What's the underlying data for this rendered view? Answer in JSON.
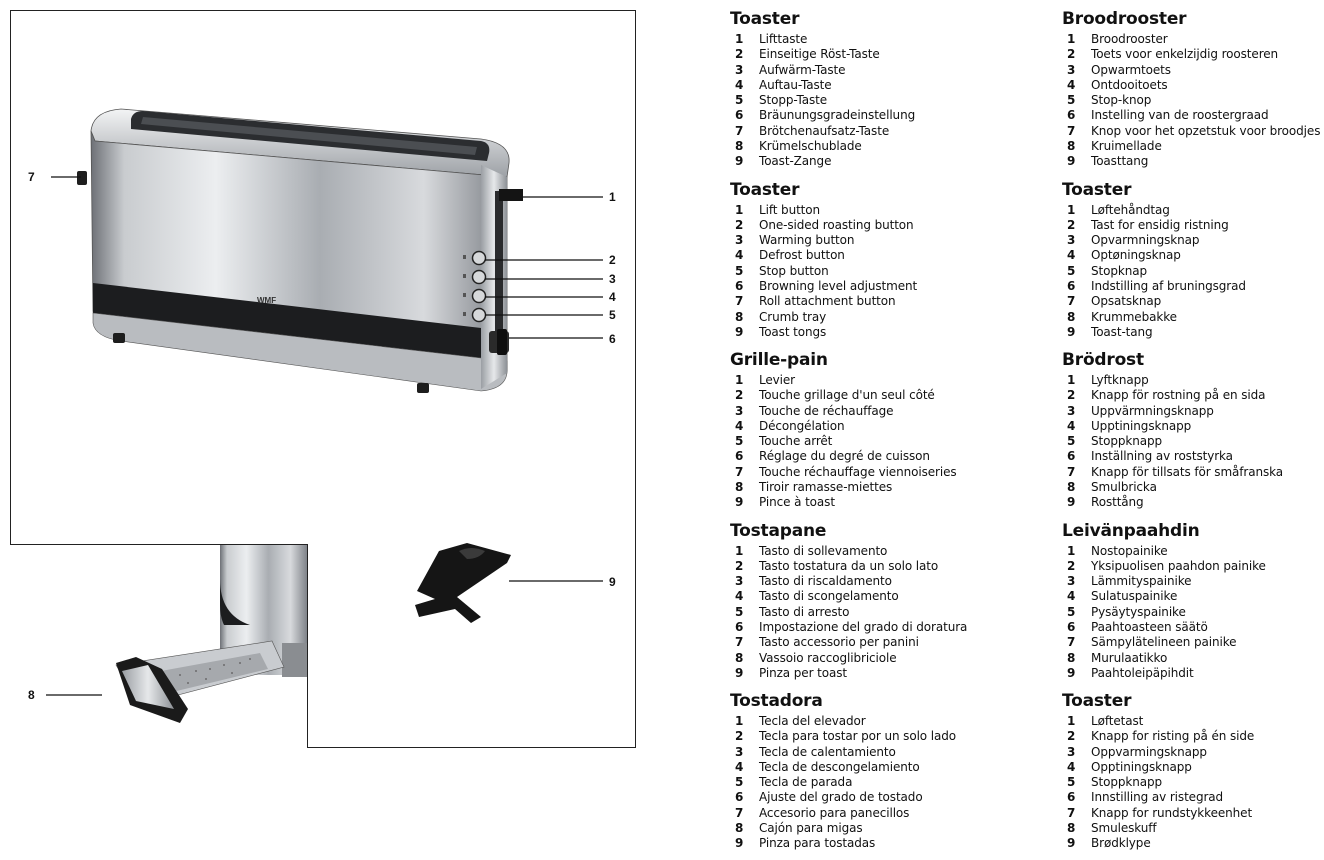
{
  "callouts": [
    "1",
    "2",
    "3",
    "4",
    "5",
    "6",
    "7",
    "8",
    "9"
  ],
  "logo_text": "WMF",
  "legend": {
    "left": [
      {
        "title": "Toaster",
        "items": [
          {
            "num": "1",
            "label": "Lifttaste"
          },
          {
            "num": "2",
            "label": "Einseitige Röst-Taste"
          },
          {
            "num": "3",
            "label": "Aufwärm-Taste"
          },
          {
            "num": "4",
            "label": "Auftau-Taste"
          },
          {
            "num": "5",
            "label": "Stopp-Taste"
          },
          {
            "num": "6",
            "label": "Bräunungsgradeinstellung"
          },
          {
            "num": "7",
            "label": "Brötchenaufsatz-Taste"
          },
          {
            "num": "8",
            "label": "Krümelschublade"
          },
          {
            "num": "9",
            "label": "Toast-Zange"
          }
        ]
      },
      {
        "title": "Toaster",
        "items": [
          {
            "num": "1",
            "label": "Lift button"
          },
          {
            "num": "2",
            "label": "One-sided roasting button"
          },
          {
            "num": "3",
            "label": "Warming button"
          },
          {
            "num": "4",
            "label": "Defrost button"
          },
          {
            "num": "5",
            "label": "Stop button"
          },
          {
            "num": "6",
            "label": "Browning level adjustment"
          },
          {
            "num": "7",
            "label": "Roll attachment button"
          },
          {
            "num": "8",
            "label": "Crumb tray"
          },
          {
            "num": "9",
            "label": "Toast tongs"
          }
        ]
      },
      {
        "title": "Grille-pain",
        "items": [
          {
            "num": "1",
            "label": "Levier"
          },
          {
            "num": "2",
            "label": "Touche grillage d'un seul côté"
          },
          {
            "num": "3",
            "label": "Touche de réchauffage"
          },
          {
            "num": "4",
            "label": "Décongélation"
          },
          {
            "num": "5",
            "label": "Touche arrêt"
          },
          {
            "num": "6",
            "label": "Réglage du degré de cuisson"
          },
          {
            "num": "7",
            "label": "Touche réchauffage viennoiseries"
          },
          {
            "num": "8",
            "label": "Tiroir ramasse-miettes"
          },
          {
            "num": "9",
            "label": "Pince à toast"
          }
        ]
      },
      {
        "title": "Tostapane",
        "items": [
          {
            "num": "1",
            "label": "Tasto di sollevamento"
          },
          {
            "num": "2",
            "label": "Tasto tostatura da un solo lato"
          },
          {
            "num": "3",
            "label": "Tasto di riscaldamento"
          },
          {
            "num": "4",
            "label": "Tasto di scongelamento"
          },
          {
            "num": "5",
            "label": "Tasto di arresto"
          },
          {
            "num": "6",
            "label": "Impostazione del grado di doratura"
          },
          {
            "num": "7",
            "label": "Tasto accessorio per panini"
          },
          {
            "num": "8",
            "label": "Vassoio raccoglibriciole"
          },
          {
            "num": "9",
            "label": "Pinza per toast"
          }
        ]
      },
      {
        "title": "Tostadora",
        "items": [
          {
            "num": "1",
            "label": "Tecla del elevador"
          },
          {
            "num": "2",
            "label": "Tecla para tostar por un solo lado"
          },
          {
            "num": "3",
            "label": "Tecla de calentamiento"
          },
          {
            "num": "4",
            "label": "Tecla de descongelamiento"
          },
          {
            "num": "5",
            "label": "Tecla de parada"
          },
          {
            "num": "6",
            "label": "Ajuste del grado de tostado"
          },
          {
            "num": "7",
            "label": "Accesorio para panecillos"
          },
          {
            "num": "8",
            "label": "Cajón para migas"
          },
          {
            "num": "9",
            "label": "Pinza para tostadas"
          }
        ]
      }
    ],
    "right": [
      {
        "title": "Broodrooster",
        "items": [
          {
            "num": "1",
            "label": "Broodrooster"
          },
          {
            "num": "2",
            "label": "Toets voor enkelzijdig roosteren"
          },
          {
            "num": "3",
            "label": "Opwarmtoets"
          },
          {
            "num": "4",
            "label": "Ontdooitoets"
          },
          {
            "num": "5",
            "label": "Stop-knop"
          },
          {
            "num": "6",
            "label": "Instelling van de roostergraad"
          },
          {
            "num": "7",
            "label": "Knop voor het opzetstuk voor broodjes"
          },
          {
            "num": "8",
            "label": "Kruimellade"
          },
          {
            "num": "9",
            "label": "Toasttang"
          }
        ]
      },
      {
        "title": "Toaster",
        "items": [
          {
            "num": "1",
            "label": "Løftehåndtag"
          },
          {
            "num": "2",
            "label": "Tast for ensidig ristning"
          },
          {
            "num": "3",
            "label": "Opvarmningsknap"
          },
          {
            "num": "4",
            "label": "Optøningsknap"
          },
          {
            "num": "5",
            "label": "Stopknap"
          },
          {
            "num": "6",
            "label": "Indstilling af bruningsgrad"
          },
          {
            "num": "7",
            "label": "Opsatsknap"
          },
          {
            "num": "8",
            "label": "Krummebakke"
          },
          {
            "num": "9",
            "label": "Toast-tang"
          }
        ]
      },
      {
        "title": "Brödrost",
        "items": [
          {
            "num": "1",
            "label": "Lyftknapp"
          },
          {
            "num": "2",
            "label": "Knapp för rostning på en sida"
          },
          {
            "num": "3",
            "label": "Uppvärmningsknapp"
          },
          {
            "num": "4",
            "label": "Upptiningsknapp"
          },
          {
            "num": "5",
            "label": "Stoppknapp"
          },
          {
            "num": "6",
            "label": "Inställning av roststyrka"
          },
          {
            "num": "7",
            "label": "Knapp för tillsats för småfranska"
          },
          {
            "num": "8",
            "label": "Smulbricka"
          },
          {
            "num": "9",
            "label": "Rosttång"
          }
        ]
      },
      {
        "title": "Leivänpaahdin",
        "items": [
          {
            "num": "1",
            "label": "Nostopainike"
          },
          {
            "num": "2",
            "label": "Yksipuolisen paahdon painike"
          },
          {
            "num": "3",
            "label": "Lämmityspainike"
          },
          {
            "num": "4",
            "label": "Sulatuspainike"
          },
          {
            "num": "5",
            "label": "Pysäytyspainike"
          },
          {
            "num": "6",
            "label": "Paahtoasteen säätö"
          },
          {
            "num": "7",
            "label": "Sämpylätelineen painike"
          },
          {
            "num": "8",
            "label": "Murulaatikko"
          },
          {
            "num": "9",
            "label": "Paahtoleipäpihdit"
          }
        ]
      },
      {
        "title": "Toaster",
        "items": [
          {
            "num": "1",
            "label": "Løftetast"
          },
          {
            "num": "2",
            "label": "Knapp for risting på én side"
          },
          {
            "num": "3",
            "label": "Oppvarmingsknapp"
          },
          {
            "num": "4",
            "label": "Opptiningsknapp"
          },
          {
            "num": "5",
            "label": "Stoppknapp"
          },
          {
            "num": "6",
            "label": "Innstilling av ristegrad"
          },
          {
            "num": "7",
            "label": "Knapp for rundstykkeenhet"
          },
          {
            "num": "8",
            "label": "Smuleskuff"
          },
          {
            "num": "9",
            "label": "Brødklype"
          }
        ]
      }
    ]
  }
}
